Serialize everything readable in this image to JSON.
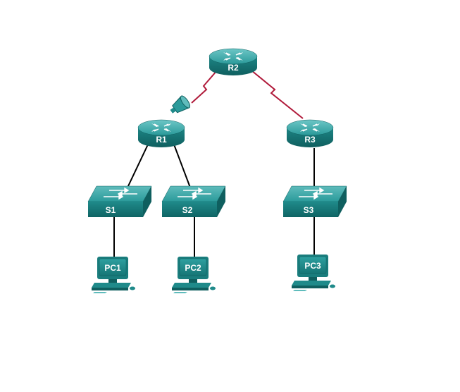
{
  "topology": {
    "routers": [
      {
        "id": "R1",
        "label": "R1"
      },
      {
        "id": "R2",
        "label": "R2"
      },
      {
        "id": "R3",
        "label": "R3"
      }
    ],
    "switches": [
      {
        "id": "S1",
        "label": "S1"
      },
      {
        "id": "S2",
        "label": "S2"
      },
      {
        "id": "S3",
        "label": "S3"
      }
    ],
    "pcs": [
      {
        "id": "PC1",
        "label": "PC1"
      },
      {
        "id": "PC2",
        "label": "PC2"
      },
      {
        "id": "PC3",
        "label": "PC3"
      }
    ],
    "links": [
      {
        "from": "R2",
        "to": "R1",
        "type": "serial"
      },
      {
        "from": "R2",
        "to": "R3",
        "type": "serial"
      },
      {
        "from": "R1",
        "to": "S1",
        "type": "ethernet"
      },
      {
        "from": "R1",
        "to": "S2",
        "type": "ethernet"
      },
      {
        "from": "R3",
        "to": "S3",
        "type": "ethernet"
      },
      {
        "from": "S1",
        "to": "PC1",
        "type": "ethernet"
      },
      {
        "from": "S2",
        "to": "PC2",
        "type": "ethernet"
      },
      {
        "from": "S3",
        "to": "PC3",
        "type": "ethernet"
      }
    ],
    "colors": {
      "device": "#1f8a8a",
      "device_dark": "#0f5f5f",
      "device_light": "#5fbcbc",
      "serial_link": "#b01a3a",
      "ethernet_link": "#000000"
    },
    "icons": {
      "router": "router-icon",
      "switch": "switch-icon",
      "pc": "pc-icon",
      "dce": "dce-clock-icon"
    }
  }
}
